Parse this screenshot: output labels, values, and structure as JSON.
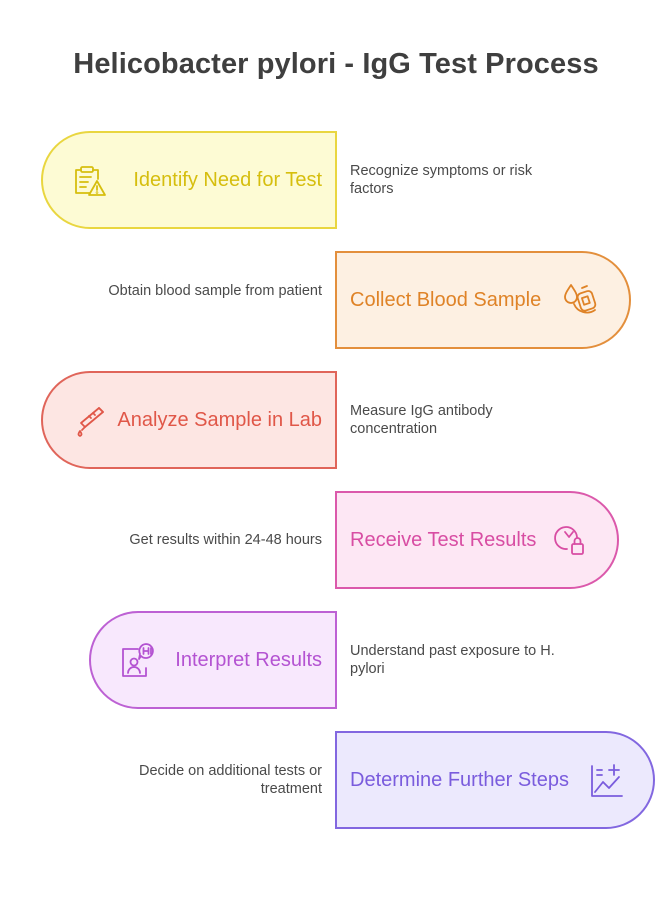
{
  "title": "Helicobacter pylori - IgG Test Process",
  "steps": [
    {
      "label": "Identify Need for Test",
      "description": "Recognize symptoms or risk factors",
      "icon": "clipboard-warning-icon",
      "colors": {
        "fill": "#fdfbd4",
        "border": "#e9d640",
        "text": "#d6be0e"
      }
    },
    {
      "label": "Collect Blood Sample",
      "description": "Obtain blood sample from patient",
      "icon": "blood-bag-icon",
      "colors": {
        "fill": "#fdf0e2",
        "border": "#e38f3c",
        "text": "#df8327"
      }
    },
    {
      "label": "Analyze Sample in Lab",
      "description": "Measure IgG antibody concentration",
      "icon": "test-tube-icon",
      "colors": {
        "fill": "#fde6e3",
        "border": "#e0655a",
        "text": "#e05748"
      }
    },
    {
      "label": "Receive Test Results",
      "description": "Get results within 24-48 hours",
      "icon": "clock-lock-icon",
      "colors": {
        "fill": "#fde7f4",
        "border": "#db59ab",
        "text": "#d84da3"
      }
    },
    {
      "label": "Interpret Results",
      "description": "Understand past exposure to H. pylori",
      "icon": "doctor-chat-icon",
      "colors": {
        "fill": "#f8e8fd",
        "border": "#bd61d4",
        "text": "#b453d2"
      }
    },
    {
      "label": "Determine Further Steps",
      "description": "Decide on additional tests or treatment",
      "icon": "chart-plus-icon",
      "colors": {
        "fill": "#ece9fd",
        "border": "#8267e0",
        "text": "#7a5cdd"
      }
    }
  ]
}
